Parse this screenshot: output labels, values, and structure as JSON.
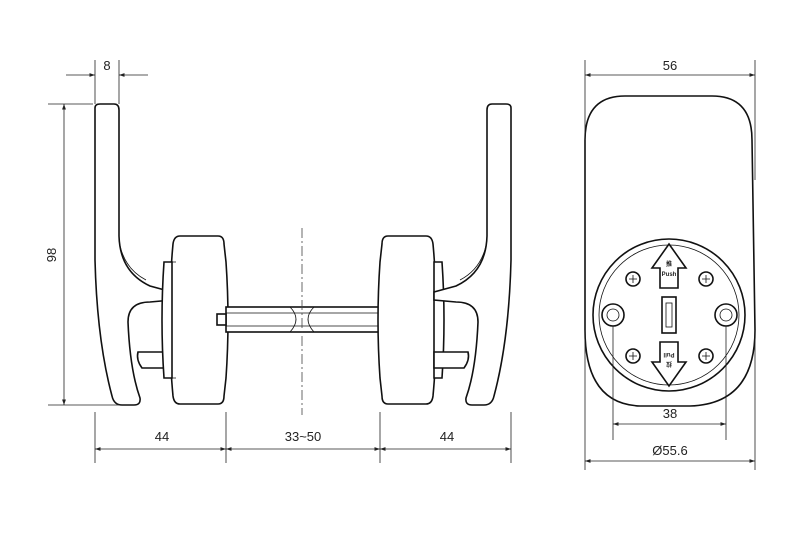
{
  "dimensions": {
    "lever_thickness": "8",
    "lever_height": "98",
    "left_projection": "44",
    "door_thickness": "33~50",
    "right_projection": "44",
    "rose_width": "56",
    "screw_spacing": "38",
    "rose_diameter": "Ø55.6"
  },
  "rose_labels": {
    "push_word": "Push",
    "push_char": "推",
    "pull_word": "Pull",
    "pull_char": "拉"
  },
  "colors": {
    "line": "#111111",
    "background": "#ffffff"
  }
}
